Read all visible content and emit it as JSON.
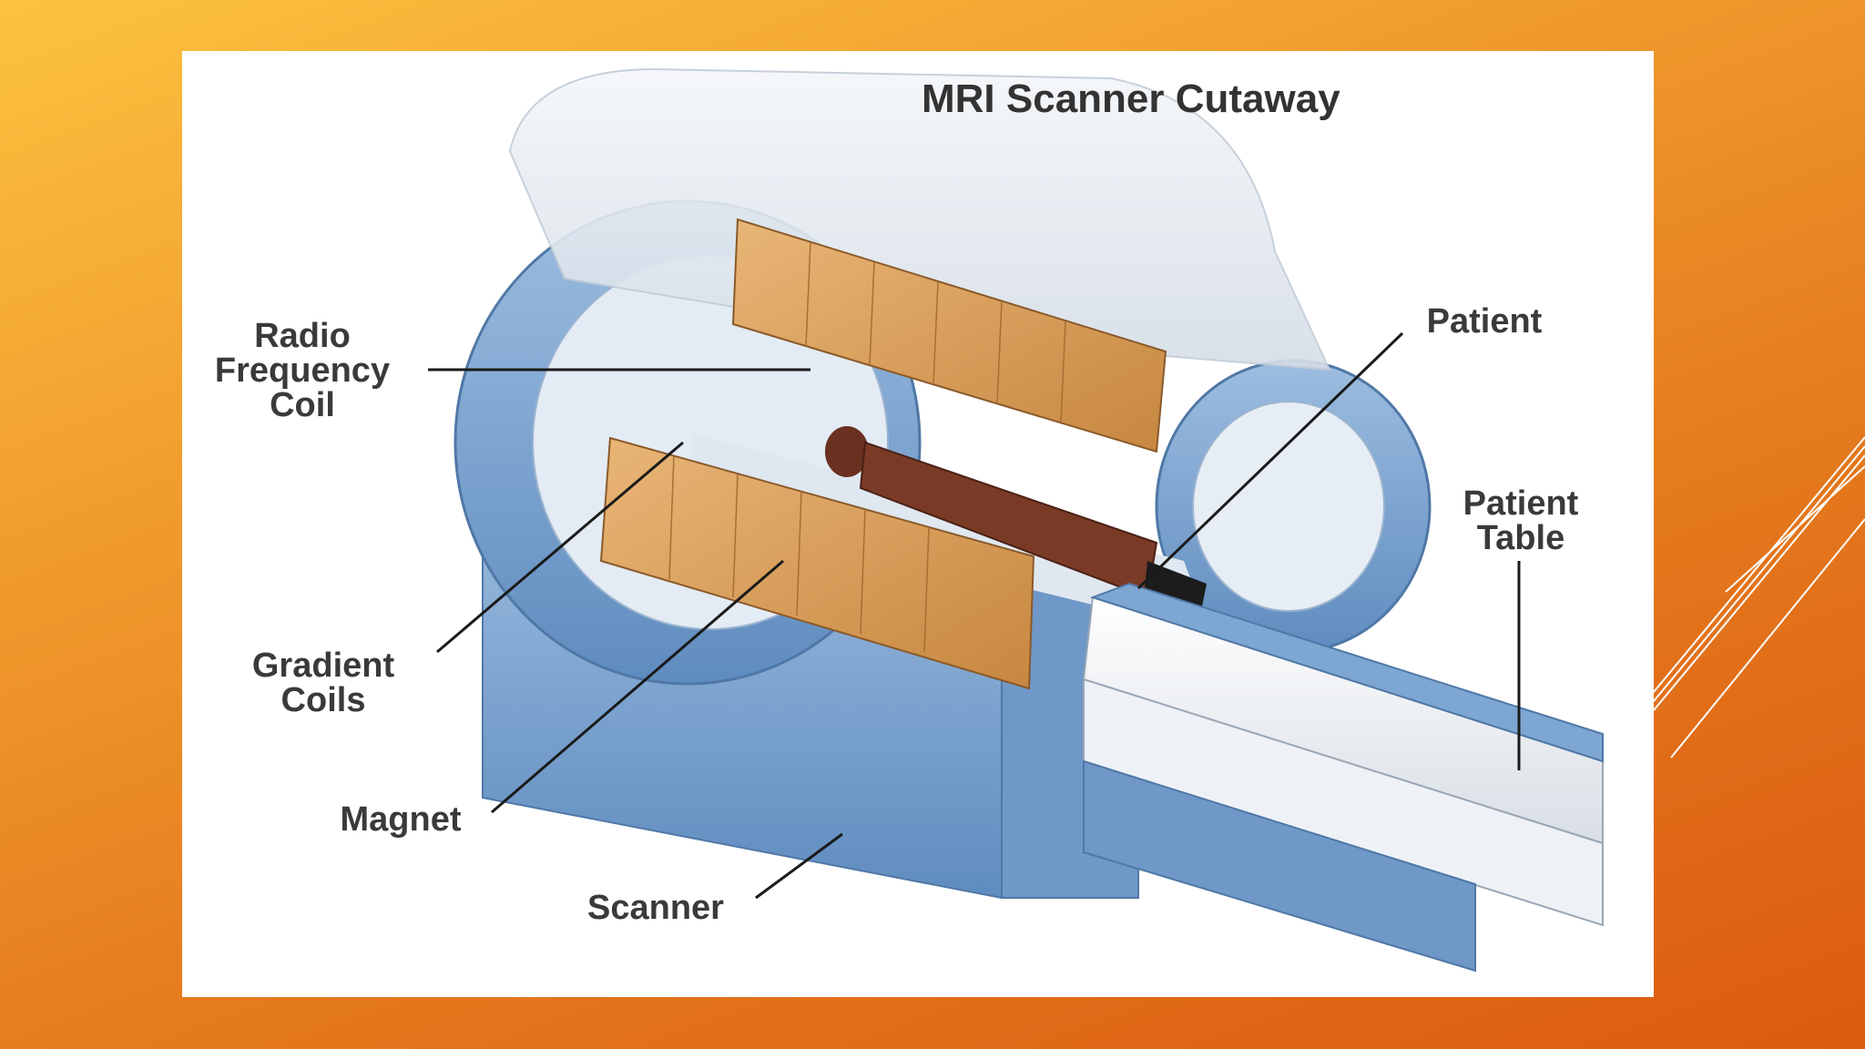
{
  "slide": {
    "background_colors": [
      "#fcc23f",
      "#dc5a10"
    ],
    "decoration": "white-diagonal-lines"
  },
  "diagram": {
    "title": "MRI Scanner Cutaway",
    "labels": {
      "rf_coil": [
        "Radio",
        "Frequency",
        "Coil"
      ],
      "patient": "Patient",
      "patient_table": [
        "Patient",
        "Table"
      ],
      "gradient_coils": [
        "Gradient",
        "Coils"
      ],
      "magnet": "Magnet",
      "scanner": "Scanner"
    },
    "colors": {
      "housing_blue": "#7ea6d2",
      "shell": "#e8edf3",
      "coil_orange": "#d99a55",
      "table": "#f0f2f4",
      "patient": "#7a3b26"
    }
  }
}
